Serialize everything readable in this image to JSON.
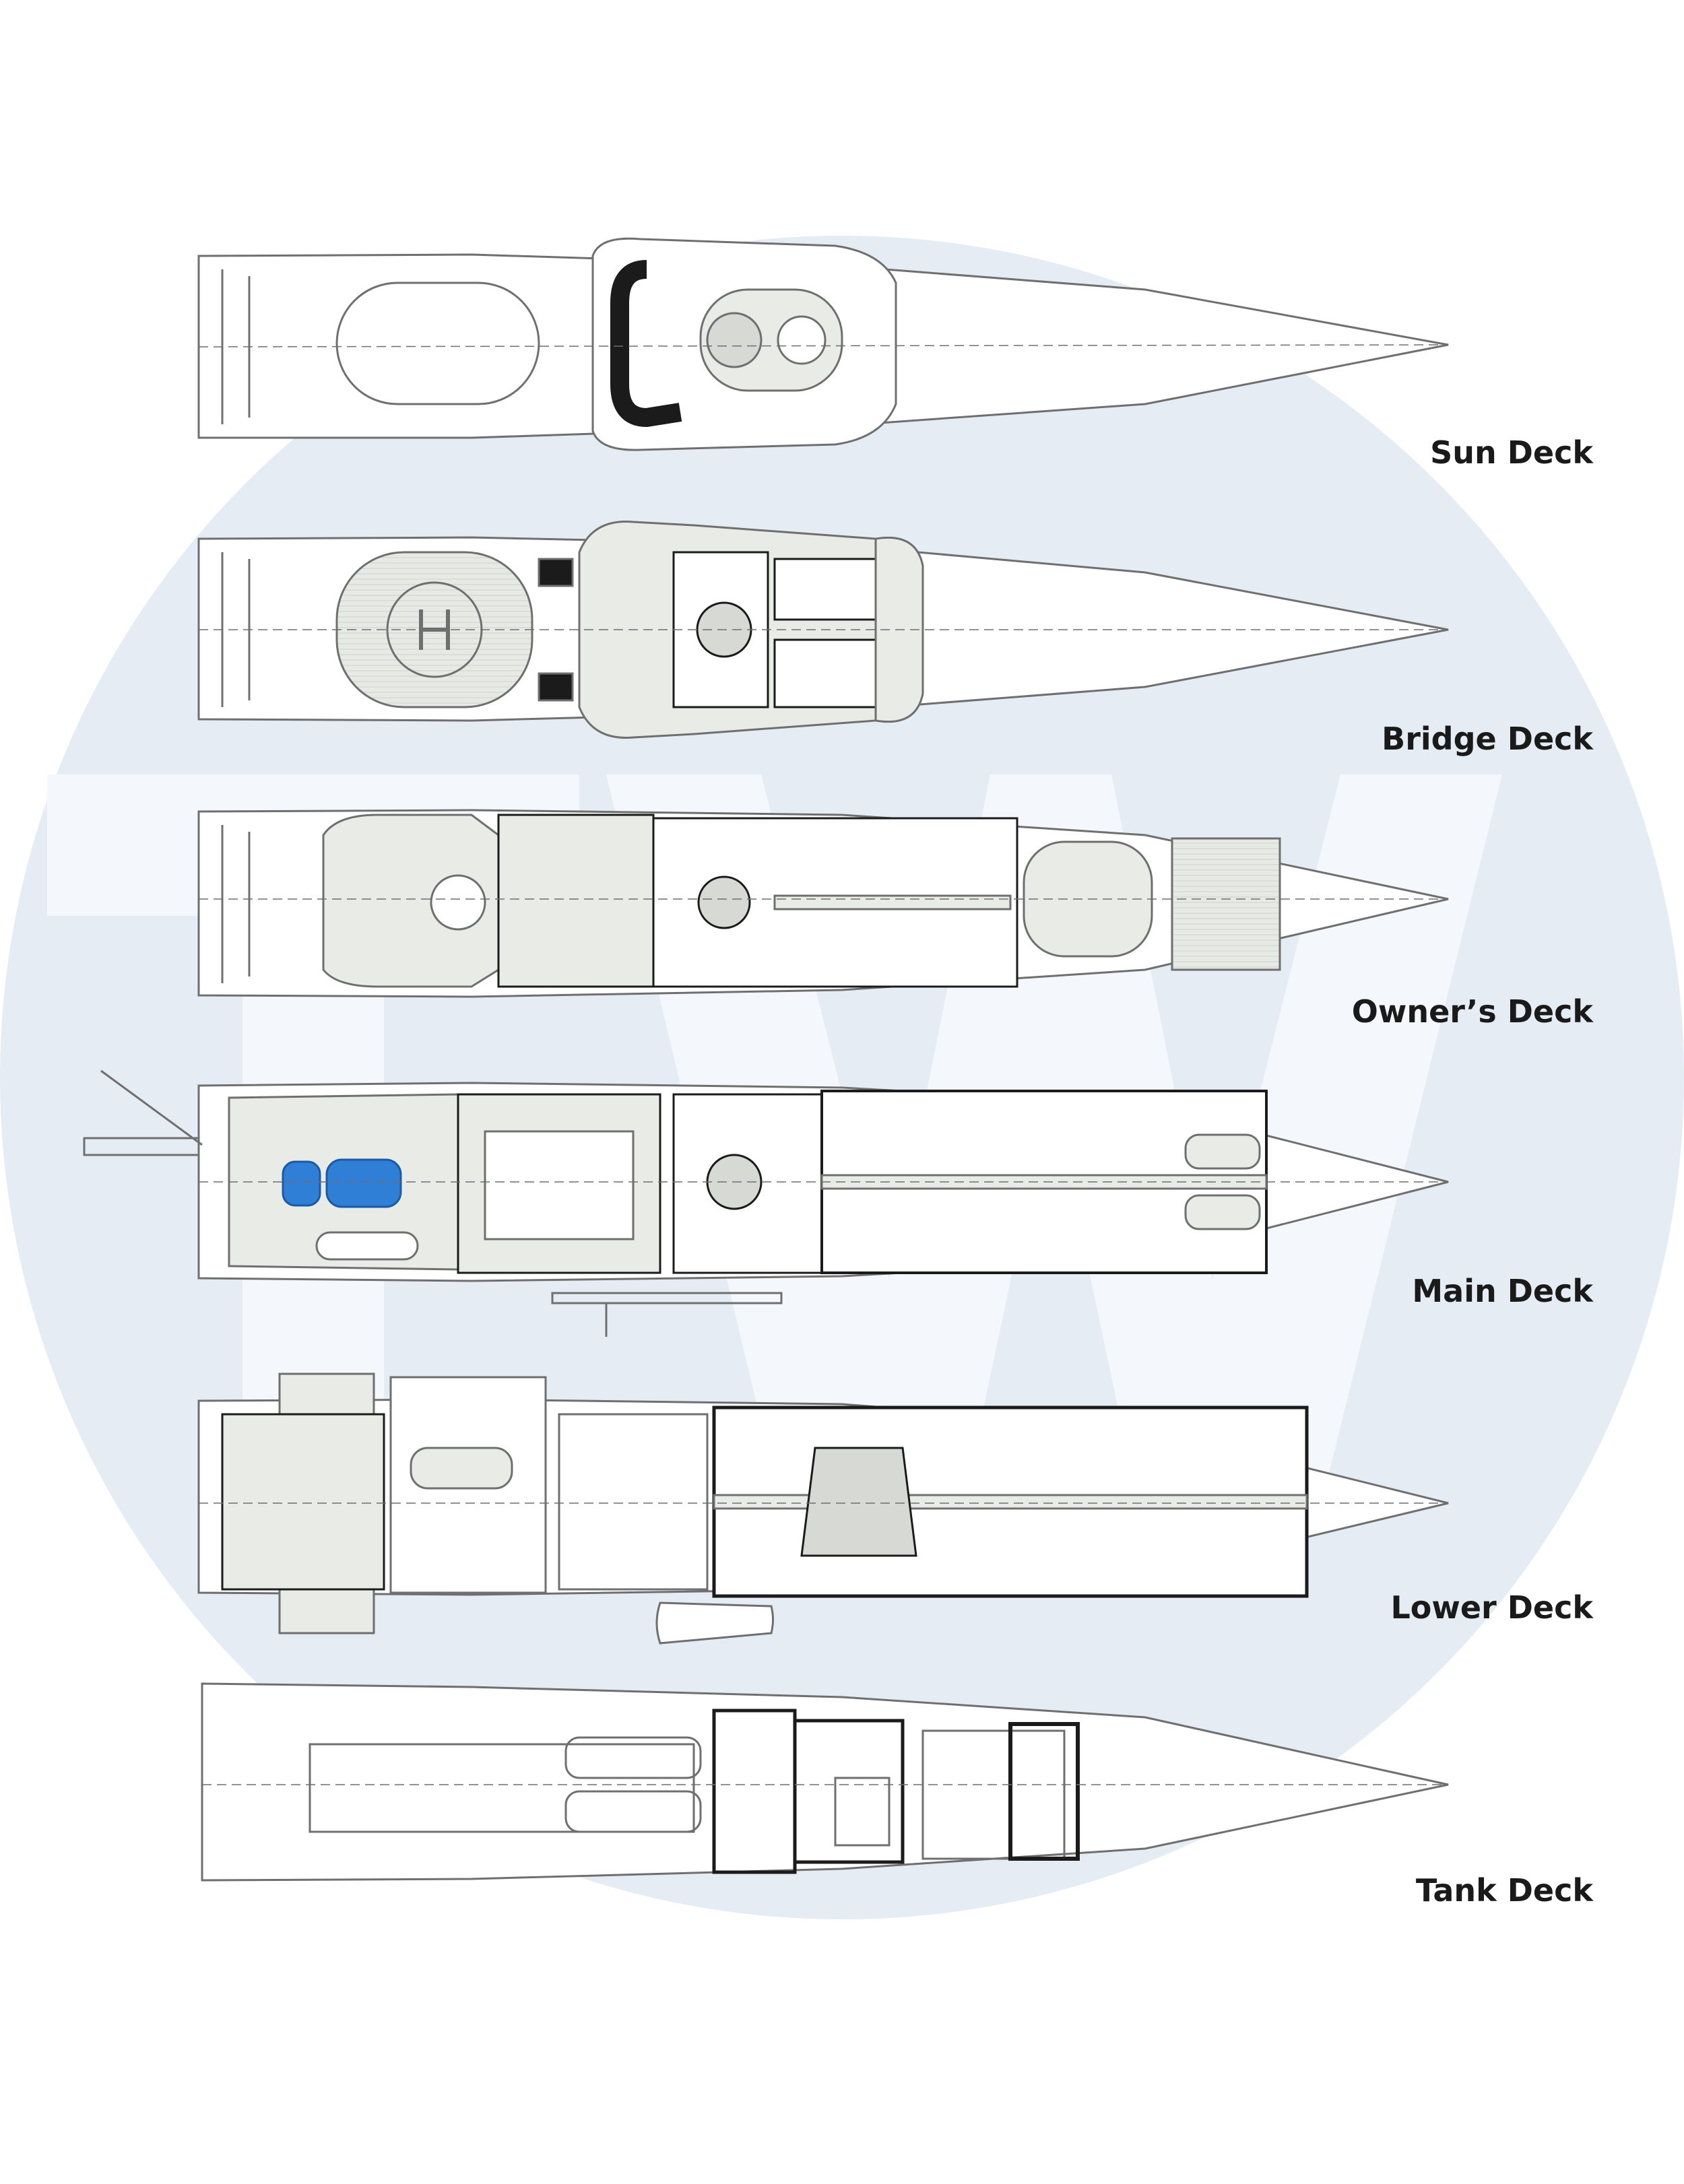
{
  "decks": [
    {
      "id": "sun",
      "label": "Sun Deck"
    },
    {
      "id": "bridge",
      "label": "Bridge Deck"
    },
    {
      "id": "owners",
      "label": "Owner’s Deck"
    },
    {
      "id": "main",
      "label": "Main Deck"
    },
    {
      "id": "lower",
      "label": "Lower Deck"
    },
    {
      "id": "tank",
      "label": "Tank Deck"
    }
  ],
  "watermark": {
    "text": "TW",
    "color": "#e6ecf4"
  },
  "colors": {
    "line": "#6f6f6f",
    "fill_light": "#e9ebe6",
    "fill_mid": "#d7dad4",
    "dark": "#1b1b1b",
    "pool": "#2f7fd6"
  }
}
